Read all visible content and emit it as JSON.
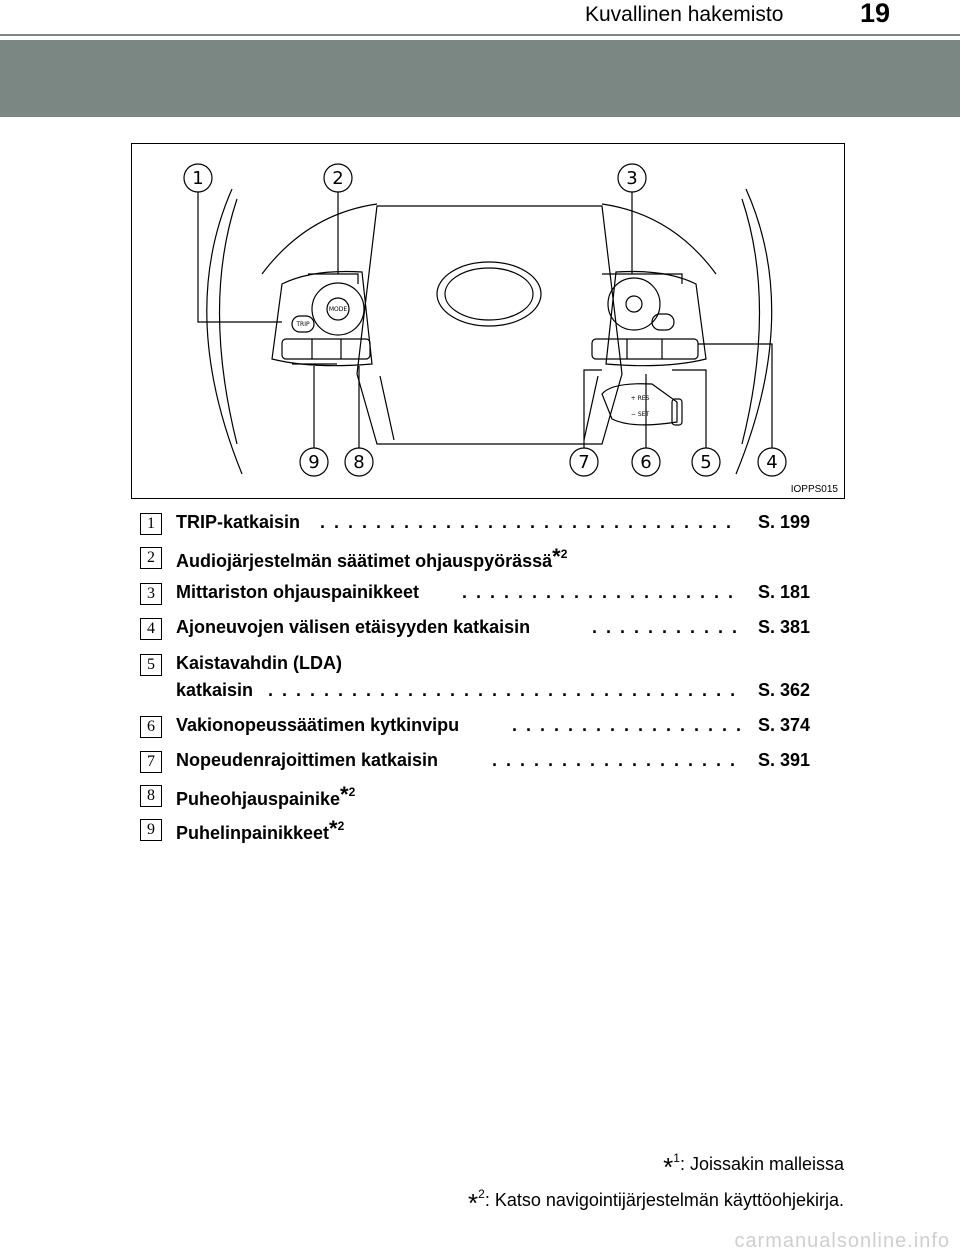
{
  "header": {
    "section_title": "Kuvallinen hakemisto",
    "page_number": "19"
  },
  "figure": {
    "code": "IOPPS015",
    "callouts": [
      "1",
      "2",
      "3",
      "4",
      "5",
      "6",
      "7",
      "8",
      "9"
    ],
    "button_labels": {
      "mode": "MODE",
      "trip": "TRIP",
      "res": "+ RES",
      "set": "− SET"
    }
  },
  "items": [
    {
      "num": "1",
      "label": "TRIP-katkaisin",
      "ref": "S. 199"
    },
    {
      "num": "2",
      "label": "Audiojärjestelmän säätimet ohjauspyörässä",
      "note_star": "*",
      "note_num": "2"
    },
    {
      "num": "3",
      "label": "Mittariston ohjauspainikkeet",
      "ref": "S. 181"
    },
    {
      "num": "4",
      "label": "Ajoneuvojen välisen etäisyyden katkaisin",
      "ref": "S. 381"
    },
    {
      "num": "5",
      "label": "Kaistavahdin (LDA)",
      "label2": "katkaisin",
      "ref": "S. 362"
    },
    {
      "num": "6",
      "label": "Vakionopeussäätimen kytkinvipu",
      "ref": "S. 374"
    },
    {
      "num": "7",
      "label": "Nopeudenrajoittimen katkaisin",
      "ref": "S. 391"
    },
    {
      "num": "8",
      "label": "Puheohjauspainike",
      "note_star": "*",
      "note_num": "2"
    },
    {
      "num": "9",
      "label": "Puhelinpainikkeet",
      "note_star": "*",
      "note_num": "2"
    }
  ],
  "footnotes": [
    {
      "mark": "*",
      "num": "1",
      "text": ": Joissakin malleissa"
    },
    {
      "mark": "*",
      "num": "2",
      "text": ": Katso navigointijärjestelmän käyttöohjekirja."
    }
  ],
  "watermark": "carmanualsonline.info"
}
